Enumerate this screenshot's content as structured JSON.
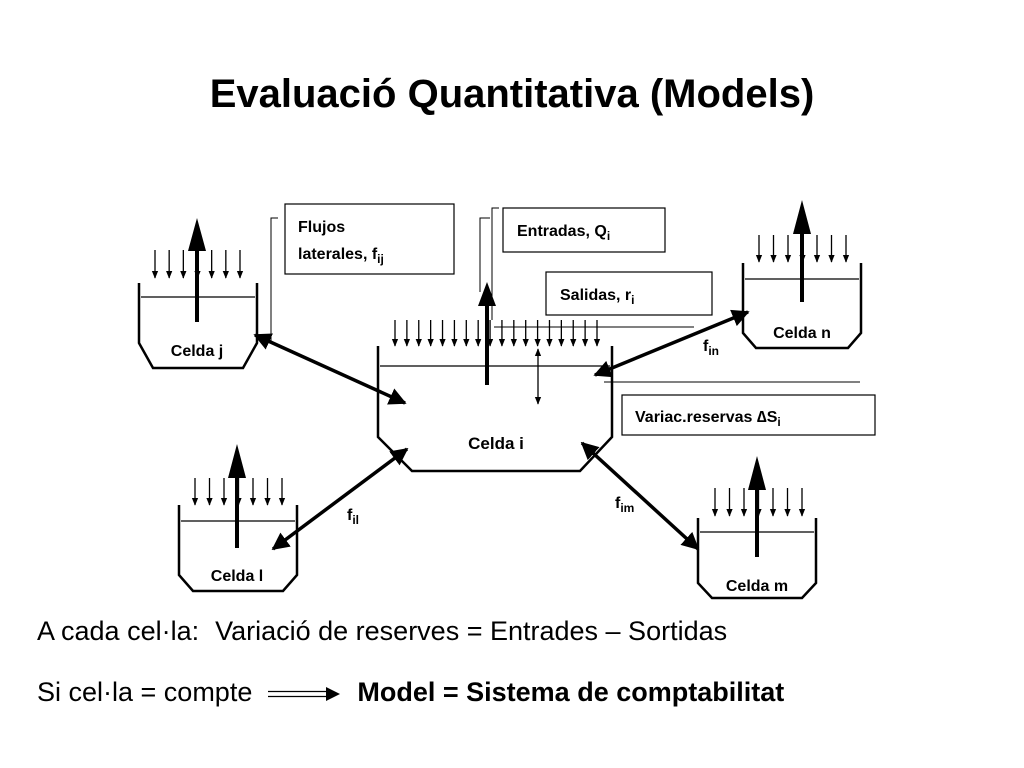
{
  "title": "Evaluació Quantitativa (Models)",
  "boxes": {
    "flujos_line1": "Flujos",
    "flujos_line2": "laterales, f",
    "flujos_sub": "ij",
    "entradas": "Entradas, Q",
    "entradas_sub": "i",
    "salidas": "Salidas, r",
    "salidas_sub": "i",
    "variac": "Variac.reservas ",
    "variac_delta": "∆",
    "variac_s": "S",
    "variac_sub": "i"
  },
  "cells": {
    "center": "Celda i",
    "topleft": "Celda j",
    "topright": "Celda n",
    "bottomleft": "Celda l",
    "bottomright": "Celda m"
  },
  "flows": {
    "in": {
      "main": "f",
      "sub": "in"
    },
    "il": {
      "main": "f",
      "sub": "il"
    },
    "im": {
      "main": "f",
      "sub": "im"
    }
  },
  "text": {
    "line1_a": "A cada cel·la:",
    "line1_b": "Variació de reserves = Entrades – Sortidas",
    "line2_a": "Si cel·la = compte",
    "line2_b": "Model = Sistema de comptabilitat"
  }
}
